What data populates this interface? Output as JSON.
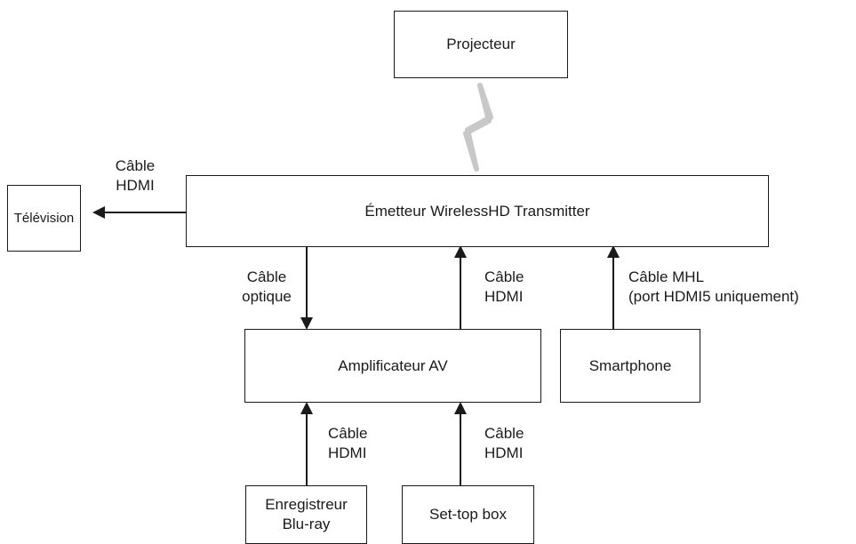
{
  "nodes": {
    "projector": "Projecteur",
    "transmitter": "Émetteur WirelessHD Transmitter",
    "television": "Télévision",
    "amplifier": "Amplificateur AV",
    "smartphone": "Smartphone",
    "bluray": "Enregistreur\nBlu-ray",
    "settop": "Set-top box"
  },
  "connections": {
    "tv_cable": "Câble\nHDMI",
    "optical_cable": "Câble\noptique",
    "amp_hdmi_cable": "Câble\nHDMI",
    "mhl_cable": "Câble MHL\n(port HDMI5 uniquement)",
    "bluray_cable": "Câble\nHDMI",
    "settop_cable": "Câble\nHDMI"
  },
  "colors": {
    "line": "#1a1a1a",
    "wireless": "#c8c8c8"
  }
}
